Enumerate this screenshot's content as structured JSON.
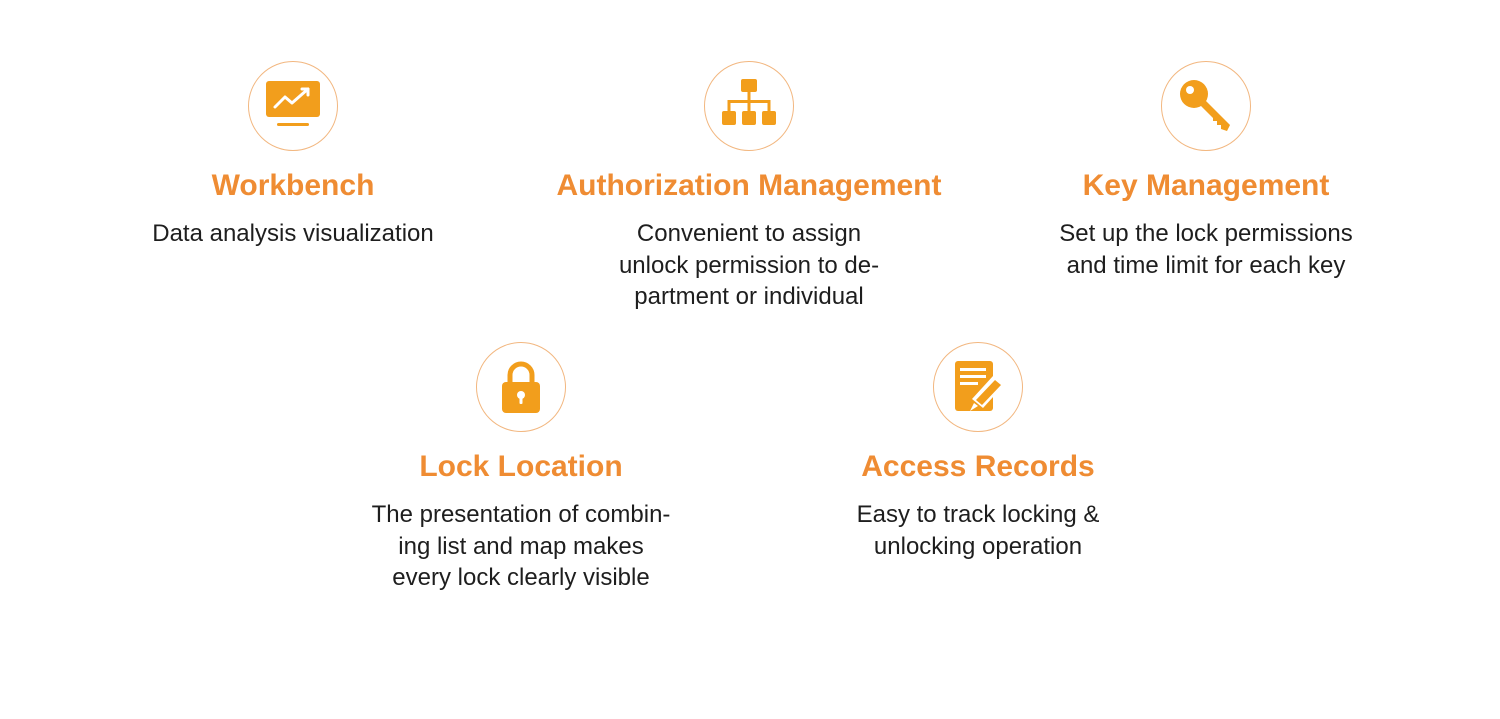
{
  "accent_color": "#ef8c33",
  "icon_color": "#f29e1c",
  "features": [
    {
      "icon": "monitor-chart-icon",
      "title": "Workbench",
      "description": "Data analysis visualization"
    },
    {
      "icon": "org-chart-icon",
      "title": "Authorization Management",
      "description": "Convenient to assign\nunlock permission to de-\npartment or individual"
    },
    {
      "icon": "key-icon",
      "title": "Key Management",
      "description": "Set up the lock permissions\nand time limit for each key"
    },
    {
      "icon": "padlock-icon",
      "title": "Lock Location",
      "description": "The presentation of combin-\ning list and map makes\nevery lock clearly visible"
    },
    {
      "icon": "document-pen-icon",
      "title": "Access Records",
      "description": "Easy to track locking &\nunlocking operation"
    }
  ]
}
